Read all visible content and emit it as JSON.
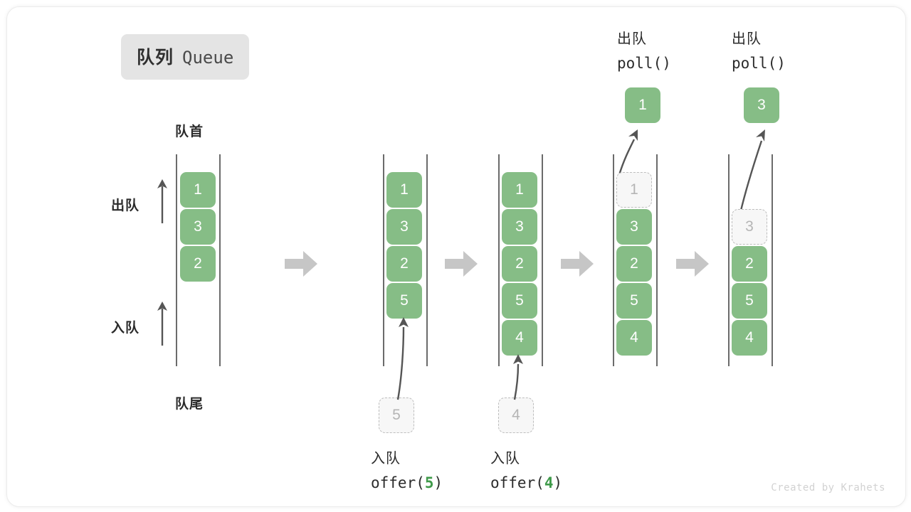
{
  "title": {
    "cn": "队列",
    "en": "Queue"
  },
  "labels": {
    "head": "队首",
    "tail": "队尾",
    "dequeue": "出队",
    "enqueue": "入队"
  },
  "colors": {
    "card_green": "#86bd86",
    "ghost_fill": "#f7f7f7",
    "ghost_border": "#bdbdbd",
    "rail": "#6b6b6b",
    "arrow_gray": "#555555",
    "separator": "#c6c6c6",
    "badge_bg": "#e4e4e4",
    "code_arg_green": "#3f9a4a",
    "text": "#2b2b2b"
  },
  "credit": "Created by Krahets",
  "icons": {
    "separator": "block-right-arrow-icon",
    "dequeue_direction": "up-arrow-icon",
    "enqueue_direction": "up-arrow-icon",
    "flow": "curved-arrow-icon"
  },
  "columns": [
    {
      "id": "initial",
      "items": [
        "1",
        "3",
        "2"
      ],
      "ghost_index": -1,
      "ghost_value": "",
      "op_cn": "",
      "op_code_prefix": "",
      "op_code_arg": "",
      "op_code_suffix": "",
      "ejected": ""
    },
    {
      "id": "after-offer-5",
      "items": [
        "1",
        "3",
        "2",
        "5"
      ],
      "ghost_index": -1,
      "ghost_value": "5",
      "op_cn": "入队",
      "op_code_prefix": "offer(",
      "op_code_arg": "5",
      "op_code_suffix": ")",
      "ejected": ""
    },
    {
      "id": "after-offer-4",
      "items": [
        "1",
        "3",
        "2",
        "5",
        "4"
      ],
      "ghost_index": -1,
      "ghost_value": "4",
      "op_cn": "入队",
      "op_code_prefix": "offer(",
      "op_code_arg": "4",
      "op_code_suffix": ")",
      "ejected": ""
    },
    {
      "id": "after-poll-1",
      "items": [
        "3",
        "2",
        "5",
        "4"
      ],
      "ghost_index": 0,
      "ghost_value": "1",
      "op_cn": "出队",
      "op_code_prefix": "poll(",
      "op_code_arg": "",
      "op_code_suffix": ")",
      "ejected": "1"
    },
    {
      "id": "after-poll-3",
      "items": [
        "2",
        "5",
        "4"
      ],
      "ghost_index": 1,
      "ghost_value": "3",
      "op_cn": "出队",
      "op_code_prefix": "poll(",
      "op_code_arg": "",
      "op_code_suffix": ")",
      "ejected": "3"
    }
  ],
  "chart_data": {
    "type": "diagram",
    "title": "队列 Queue",
    "description": "Queue FIFO operations: offer(5), offer(4), poll()->1, poll()->3",
    "states": [
      [
        "1",
        "3",
        "2"
      ],
      [
        "1",
        "3",
        "2",
        "5"
      ],
      [
        "1",
        "3",
        "2",
        "5",
        "4"
      ],
      [
        "3",
        "2",
        "5",
        "4"
      ],
      [
        "2",
        "5",
        "4"
      ]
    ],
    "operations": [
      "offer(5)",
      "offer(4)",
      "poll()",
      "poll()"
    ],
    "returned": [
      "",
      "",
      "1",
      "3"
    ]
  }
}
